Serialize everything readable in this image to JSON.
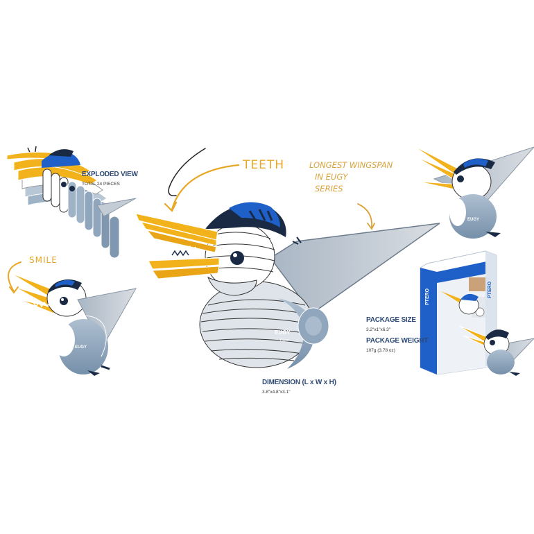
{
  "exploded": {
    "title": "EXPLODED VIEW",
    "subtitle": "TOTAL 24 PIECES"
  },
  "callouts": {
    "teeth": "TEETH",
    "smile": "SMILE",
    "wingspan_lines": [
      "LONGEST WINGSPAN",
      "IN EUGY",
      "SERIES"
    ]
  },
  "dimension": {
    "title": "DIMENSION (L x W x H)",
    "value": "3.8\"x4.8\"x3.1\""
  },
  "package": {
    "size_title": "PACKAGE SIZE",
    "size_value": "3.2\"x1\"x6.3\"",
    "weight_title": "PACKAGE WEIGHT",
    "weight_value": "107g (3.78 oz)"
  },
  "brand": {
    "logo": "EUGY",
    "product": "PTERO"
  },
  "colors": {
    "yellow": "#f2b21c",
    "blue": "#1f5fc8",
    "navy": "#1a2a44",
    "grey_blue": "#8fa6bc",
    "light_grey": "#c9ced5",
    "label_blue": "#2e4a75",
    "hand_orange": "#e8a826"
  }
}
